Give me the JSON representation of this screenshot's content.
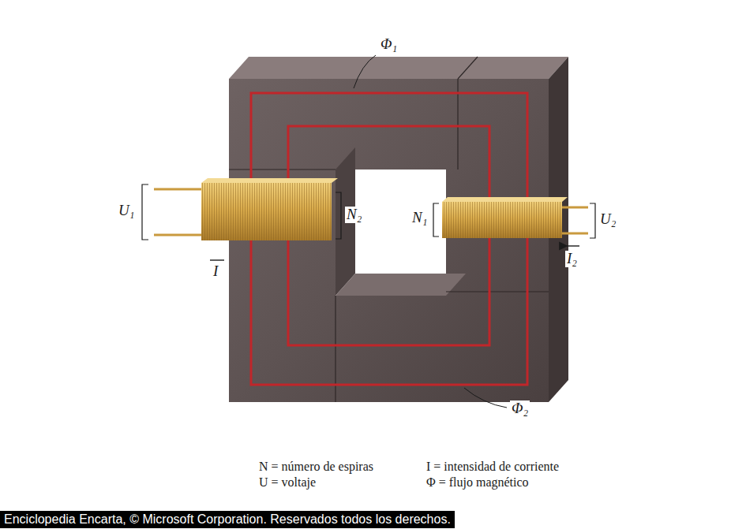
{
  "diagram": {
    "caption": "Enciclopedia Encarta, © Microsoft Corporation. Reservados todos los derechos.",
    "labels": [
      "Φ₁",
      "U₁",
      "N₂",
      "N₁",
      "U₂",
      "I",
      "I₂",
      "Φ₂",
      "N = número de espiras",
      "I = intensidad de corriente",
      "U = voltaje",
      "Φ = flujo magnético"
    ]
  }
}
